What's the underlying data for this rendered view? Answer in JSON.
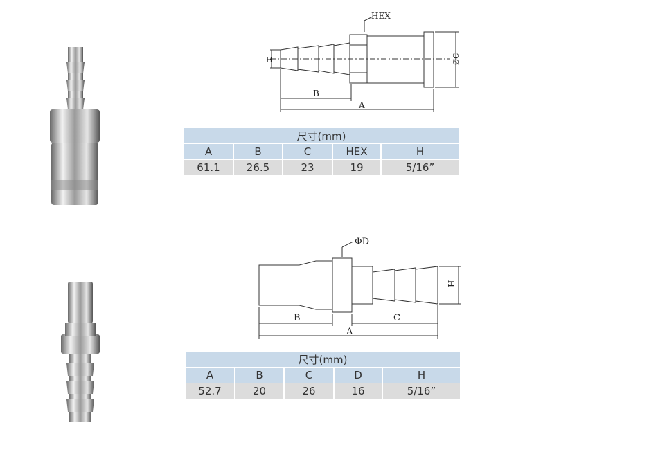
{
  "product1": {
    "drawing_labels": {
      "hex": "HEX",
      "h": "H",
      "b": "B",
      "a": "A",
      "c": "ØC"
    },
    "table": {
      "title": "尺寸(mm)",
      "headers": [
        "A",
        "B",
        "C",
        "HEX",
        "H"
      ],
      "values": [
        "61.1",
        "26.5",
        "23",
        "19",
        "5/16”"
      ]
    }
  },
  "product2": {
    "drawing_labels": {
      "d": "ΦD",
      "h": "H",
      "b": "B",
      "a": "A",
      "c": "C"
    },
    "table": {
      "title": "尺寸(mm)",
      "headers": [
        "A",
        "B",
        "C",
        "D",
        "H"
      ],
      "values": [
        "52.7",
        "20",
        "26",
        "16",
        "5/16”"
      ]
    }
  },
  "colors": {
    "header_bg": "#c8d9e9",
    "value_bg": "#dcdcdc"
  }
}
